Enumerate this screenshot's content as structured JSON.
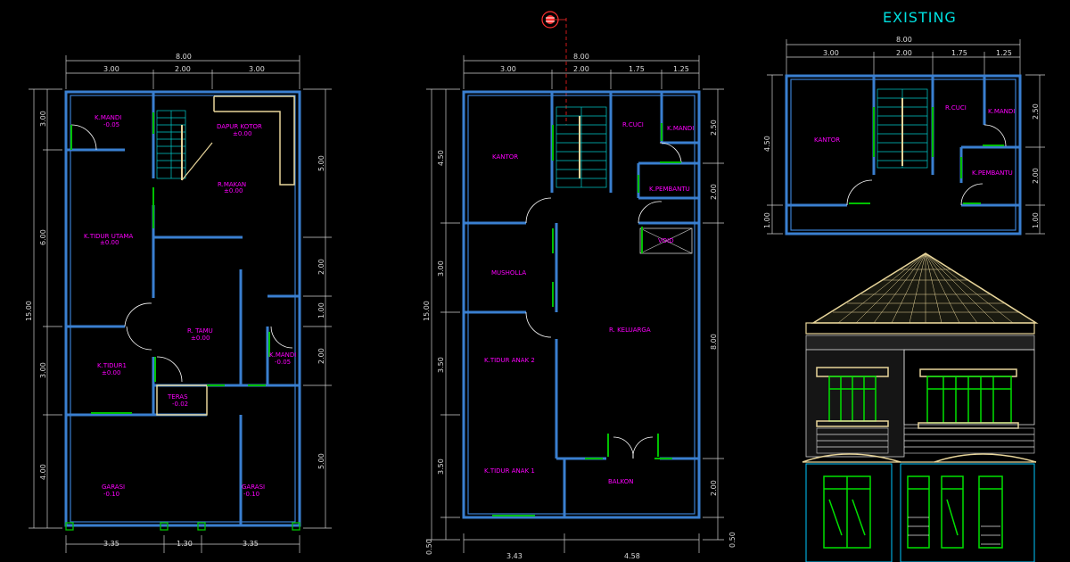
{
  "title": "EXISTING",
  "plans": {
    "ground": {
      "rooms": [
        {
          "label": "K.MANDI",
          "level": "-0.05"
        },
        {
          "label": "DAPUR KOTOR",
          "level": "±0.00"
        },
        {
          "label": "R.MAKAN",
          "level": "±0.00"
        },
        {
          "label": "K.TIDUR UTAMA",
          "level": "±0.00"
        },
        {
          "label": "R. TAMU",
          "level": "±0.00"
        },
        {
          "label": "K.TIDUR1",
          "level": "±0.00"
        },
        {
          "label": "K.MANDI",
          "level": "-0.05"
        },
        {
          "label": "TERAS",
          "level": "-0.02"
        },
        {
          "label": "GARASI",
          "level": "-0.10"
        },
        {
          "label": "GARASI",
          "level": "-0.10"
        }
      ],
      "dims_top_total": "8.00",
      "dims_top": [
        "3.00",
        "2.00",
        "3.00"
      ],
      "dims_bottom": [
        "3.35",
        "1.30",
        "3.35"
      ],
      "dims_left_total": "15.00",
      "dims_left": [
        "3.00",
        "6.00",
        "3.00",
        "4.00"
      ],
      "dims_right": [
        "5.00",
        "2.00",
        "1.00",
        "2.00",
        "5.00"
      ]
    },
    "upper": {
      "rooms": [
        {
          "label": "KANTOR"
        },
        {
          "label": "R.CUCI"
        },
        {
          "label": "K.MANDI"
        },
        {
          "label": "K.PEMBANTU"
        },
        {
          "label": "VOID"
        },
        {
          "label": "MUSHOLLA"
        },
        {
          "label": "R. KELUARGA"
        },
        {
          "label": "K.TIDUR ANAK 2"
        },
        {
          "label": "K.TIDUR ANAK 1"
        },
        {
          "label": "BALKON"
        }
      ],
      "dims_top_total": "8.00",
      "dims_top": [
        "3.00",
        "2.00",
        "1.75",
        "1.25"
      ],
      "dims_bottom": [
        "3.43",
        "4.58"
      ],
      "dims_left_total": "15.00",
      "dims_left": [
        "4.50",
        "3.00",
        "3.50",
        "3.50",
        "0.50"
      ],
      "dims_right": [
        "2.50",
        "2.00",
        "8.00",
        "2.00",
        "0.50"
      ]
    },
    "existing": {
      "rooms": [
        {
          "label": "KANTOR"
        },
        {
          "label": "R.CUCI"
        },
        {
          "label": "K.MANDI"
        },
        {
          "label": "K.PEMBANTU"
        }
      ],
      "dims_top_total": "8.00",
      "dims_top": [
        "3.00",
        "2.00",
        "1.75",
        "1.25"
      ],
      "dims_left": [
        "4.50",
        "1.00"
      ],
      "dims_right": [
        "2.50",
        "2.00",
        "1.00"
      ]
    }
  },
  "colors": {
    "background": "#000000",
    "wall": "#3a7fd0",
    "label": "#ff00ff",
    "opening": "#00c000",
    "title": "#00e0e0",
    "axis_marker": "#ff2020"
  },
  "icons": [
    "section-marker-icon"
  ]
}
